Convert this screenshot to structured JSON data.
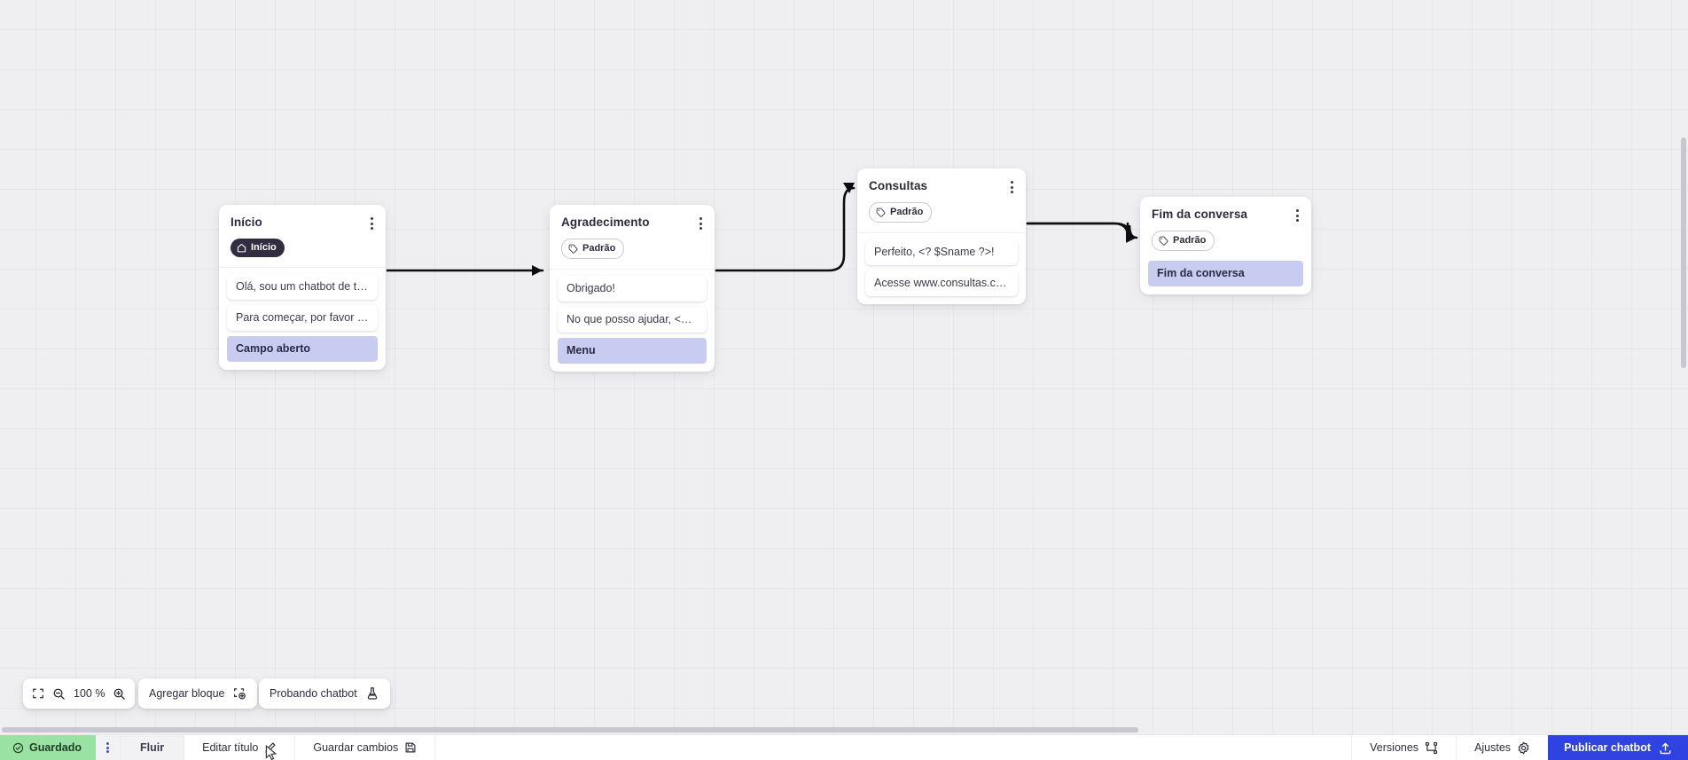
{
  "canvas": {
    "zoom_level": "100 %",
    "zoom_out_icon": "zoom-out-icon",
    "zoom_in_icon": "zoom-in-icon",
    "fullscreen_icon": "fullscreen-icon",
    "add_block_label": "Agregar bloque",
    "add_block_icon": "add-block-icon",
    "test_chatbot_label": "Probando chatbot",
    "test_chatbot_icon": "flask-icon"
  },
  "nodes": [
    {
      "id": "inicio",
      "title": "Início",
      "menu_icon": "kebab-menu-icon",
      "badge": {
        "label": "Início",
        "style": "dark",
        "icon": "home-icon"
      },
      "messages": [
        "Olá, sou um chatbot de teste!",
        "Para começar, por favor digite o ..."
      ],
      "output": "Campo aberto"
    },
    {
      "id": "agradecimento",
      "title": "Agradecimento",
      "menu_icon": "kebab-menu-icon",
      "badge": {
        "label": "Padrão",
        "style": "outline",
        "icon": "tag-icon"
      },
      "messages": [
        "Obrigado!",
        "No que posso ajudar, <? $Sname ..."
      ],
      "output": "Menu"
    },
    {
      "id": "consultas",
      "title": "Consultas",
      "menu_icon": "kebab-menu-icon",
      "badge": {
        "label": "Padrão",
        "style": "outline",
        "icon": "tag-icon"
      },
      "messages": [
        "Perfeito, <? $Sname ?>!",
        "Acesse www.consultas.com par..."
      ],
      "output": null
    },
    {
      "id": "fim",
      "title": "Fim da conversa",
      "menu_icon": "kebab-menu-icon",
      "badge": {
        "label": "Padrão",
        "style": "outline",
        "icon": "tag-icon"
      },
      "messages": [],
      "output": "Fim da conversa"
    }
  ],
  "statusbar": {
    "saved_label": "Guardado",
    "saved_icon": "check-circle-icon",
    "kebab_icon": "kebab-menu-icon",
    "flow_tab_label": "Fluir",
    "edit_title_label": "Editar título",
    "edit_title_icon": "pencil-icon",
    "save_changes_label": "Guardar cambios",
    "save_changes_icon": "floppy-disk-icon",
    "versions_label": "Versiones",
    "versions_icon": "branch-icon",
    "settings_label": "Ajustes",
    "settings_icon": "gear-icon",
    "publish_label": "Publicar chatbot",
    "publish_icon": "upload-icon"
  },
  "colors": {
    "accent_blue": "#2f43e0",
    "saved_green": "#9ae1a4",
    "output_lilac": "#c8ccf0",
    "badge_dark": "#332d41",
    "canvas_bg": "#efeff2"
  }
}
